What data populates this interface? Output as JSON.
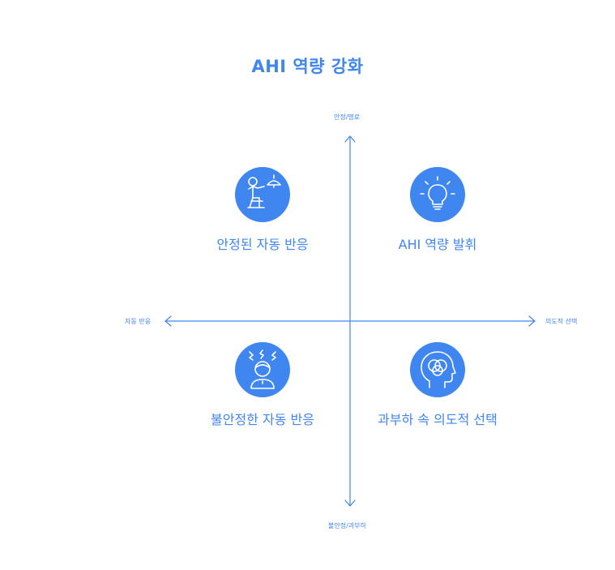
{
  "title": "AHI 역량 강화",
  "axes": {
    "top": "안정/명료",
    "bottom": "불안정/과부하",
    "left": "자동 반응",
    "right": "의도적 선택"
  },
  "quadrants": [
    {
      "position": "top-left",
      "label": "안정된 자동 반응",
      "icon": "person-lamp-icon"
    },
    {
      "position": "top-right",
      "label": "AHI 역량 발휘",
      "icon": "lightbulb-icon"
    },
    {
      "position": "bottom-left",
      "label": "불안정한 자동 반응",
      "icon": "stressed-person-icon"
    },
    {
      "position": "bottom-right",
      "label": "과부하 속 의도적 선택",
      "icon": "brain-head-icon"
    }
  ],
  "colors": {
    "accent": "#3f86f0",
    "background": "#ffffff"
  }
}
